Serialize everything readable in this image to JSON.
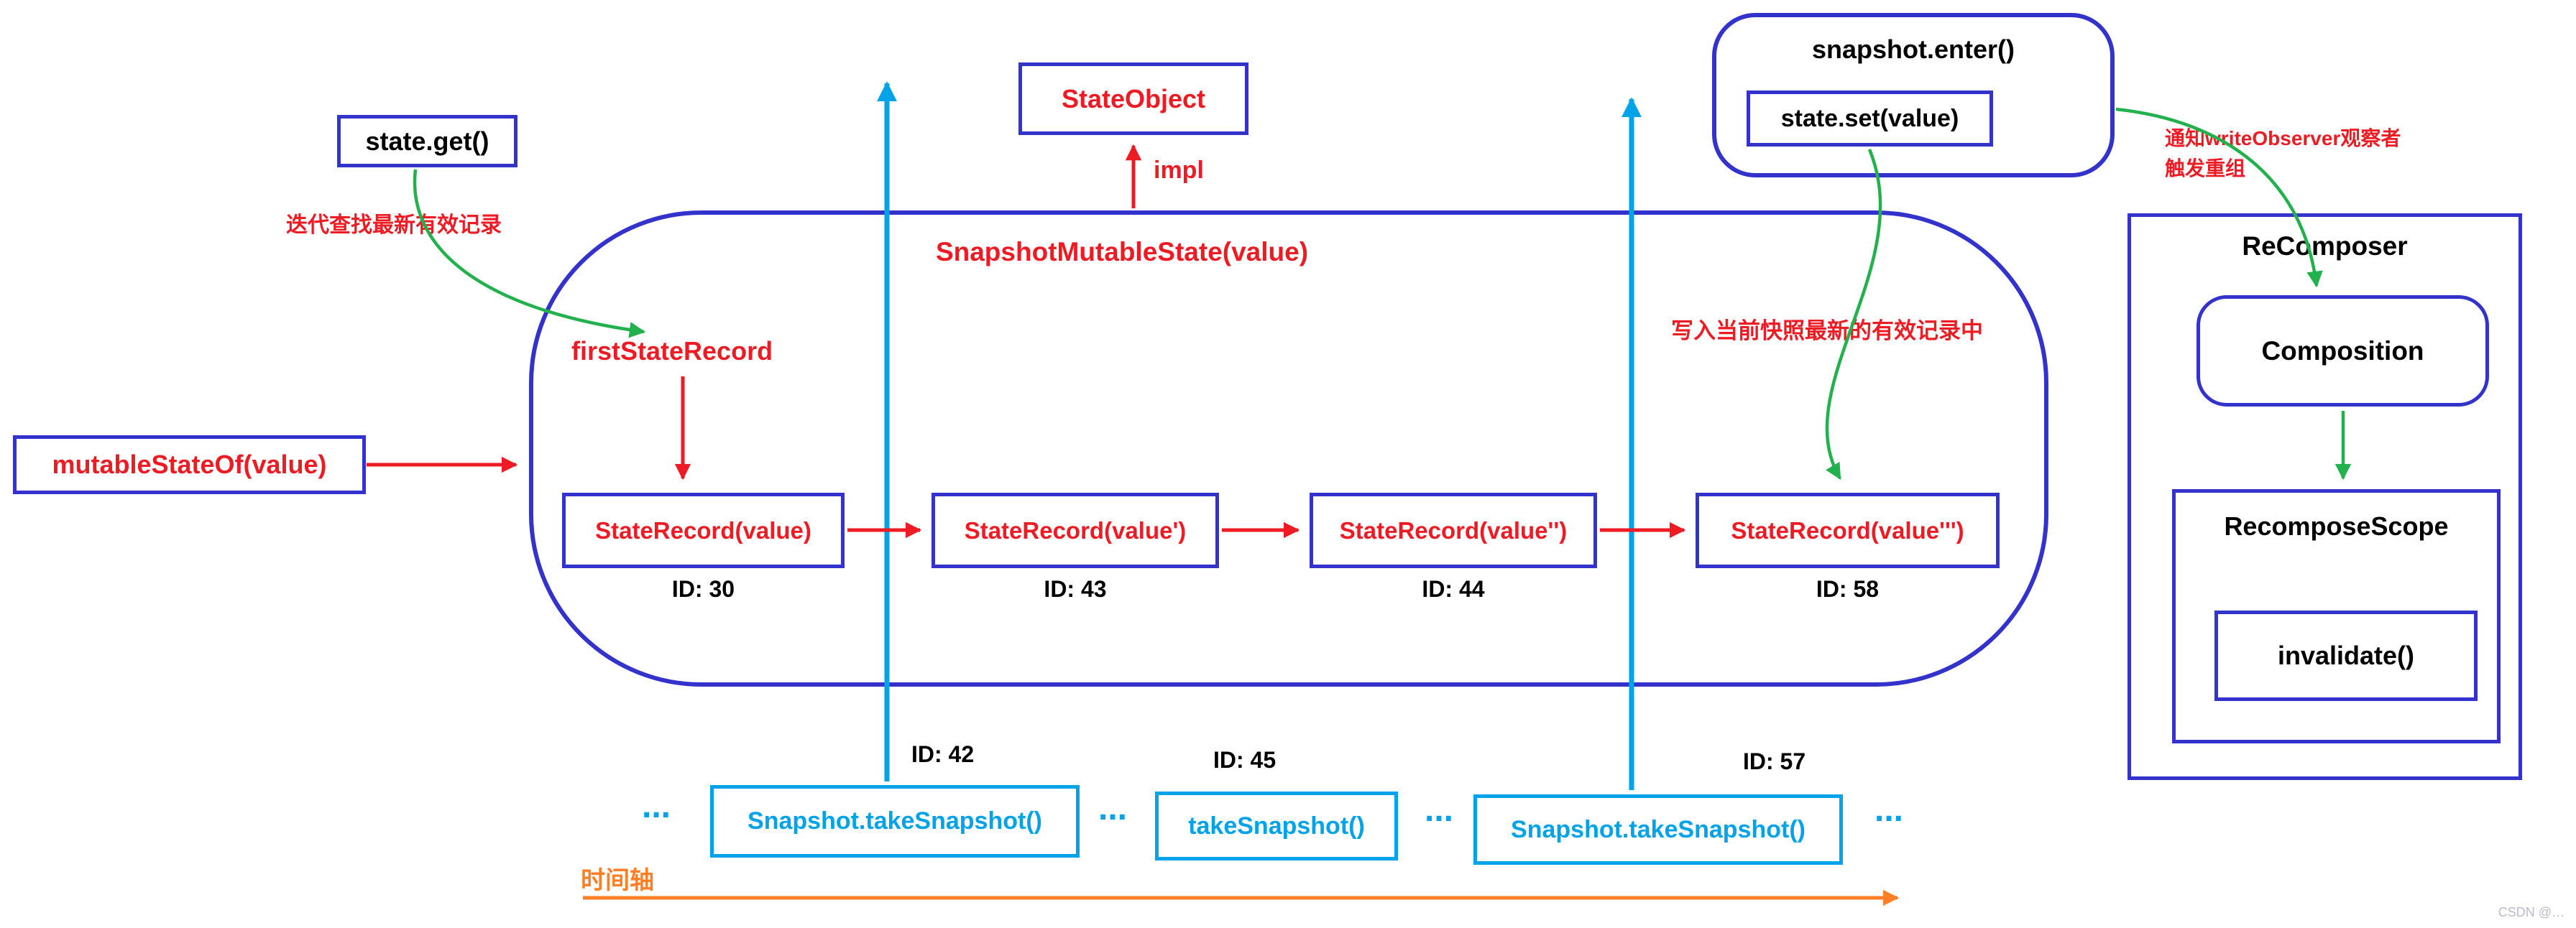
{
  "colors": {
    "blue": "#3333cc",
    "red": "#ed1c24",
    "green": "#22b14c",
    "cyan": "#00a2e8",
    "orange": "#ff7f27"
  },
  "left": {
    "state_get": "state.get()",
    "iterate_note": "迭代查找最新有效记录",
    "mutable_state_of": "mutableStateOf(value)"
  },
  "container": {
    "title": "SnapshotMutableState(value)",
    "first_state_record": "firstStateRecord",
    "records": [
      {
        "label": "StateRecord(value)",
        "id": "ID: 30"
      },
      {
        "label": "StateRecord(value')",
        "id": "ID: 43"
      },
      {
        "label": "StateRecord(value'')",
        "id": "ID: 44"
      },
      {
        "label": "StateRecord(value''')",
        "id": "ID: 58"
      }
    ]
  },
  "state_object": {
    "label": "StateObject",
    "impl": "impl"
  },
  "snapshot_enter": {
    "title": "snapshot.enter()",
    "state_set": "state.set(value)",
    "write_note": "写入当前快照最新的有效记录中",
    "notify_prefix": "通知",
    "notify_bold": "writeObserver",
    "notify_suffix": "观察者",
    "notify_line2": "触发重组"
  },
  "recomposer": {
    "title": "ReComposer",
    "composition": "Composition",
    "scope_title": "RecomposeScope",
    "invalidate": "invalidate()"
  },
  "timeline": {
    "ellipsis": "...",
    "snapshots": [
      {
        "label": "Snapshot.takeSnapshot()",
        "id": "ID: 42"
      },
      {
        "label": "takeSnapshot()",
        "id": "ID: 45"
      },
      {
        "label": "Snapshot.takeSnapshot()",
        "id": "ID: 57"
      }
    ],
    "axis_label": "时间轴"
  },
  "watermark": "CSDN @…"
}
